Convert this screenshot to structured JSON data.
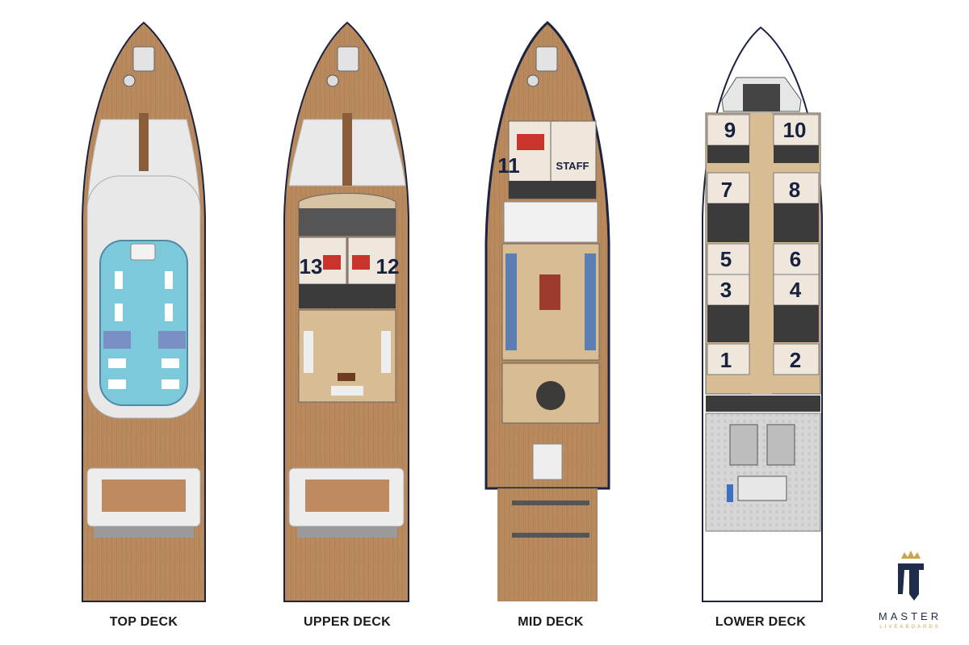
{
  "decks": [
    {
      "id": "top",
      "label": "TOP DECK"
    },
    {
      "id": "upper",
      "label": "UPPER DECK"
    },
    {
      "id": "mid",
      "label": "MID DECK"
    },
    {
      "id": "lower",
      "label": "LOWER DECK"
    }
  ],
  "cabins": {
    "upper": [
      "13",
      "12"
    ],
    "mid": [
      "11"
    ],
    "mid_staff": "STAFF",
    "lower": [
      "9",
      "10",
      "7",
      "8",
      "5",
      "6",
      "3",
      "4",
      "1",
      "2"
    ]
  },
  "brand": {
    "name": "MASTER",
    "tagline": "LIVEABOARDS"
  },
  "colors": {
    "deck_wood": "#b98a5e",
    "deck_wood_dark": "#8a5e3a",
    "canopy": "#e9e9e9",
    "pool": "#7dc9dc",
    "hull_outline": "#1c2340",
    "engine_room": "#d9d9d9",
    "text": "#16213e",
    "brand_gold": "#c9a44a"
  }
}
